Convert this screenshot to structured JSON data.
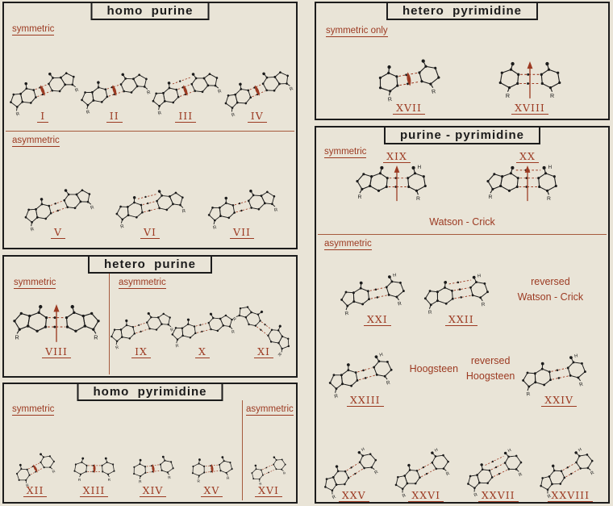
{
  "colors": {
    "accent": "#9c3a22",
    "ink": "#1b1b1b",
    "paper": "#e9e4d7",
    "divider": "#a65a3d",
    "panel_border": "#1c1c1c"
  },
  "molecule_labels": {
    "sugar": "R",
    "hydrogen": "H"
  },
  "panels": {
    "homo_purine": {
      "title": "homo  purine",
      "sym_label": "symmetric",
      "asym_label": "asymmetric"
    },
    "hetero_purine": {
      "title": "hetero  purine",
      "sym_label": "symmetric",
      "asym_label": "asymmetric"
    },
    "homo_pyrimidine": {
      "title": "homo  pyrimidine",
      "sym_label": "symmetric",
      "asym_label": "asymmetric"
    },
    "hetero_pyrimidine": {
      "title": "hetero  pyrimidine",
      "only_label": "symmetric only"
    },
    "purine_pyrimidine": {
      "title": "purine - pyrimidine",
      "sym_label": "symmetric",
      "asym_label": "asymmetric",
      "watson_crick": "Watson - Crick",
      "reversed_watson_crick": "reversed\nWatson - Crick",
      "hoogsteen": "Hoogsteen",
      "reversed_hoogsteen": "reversed\nHoogsteen"
    }
  },
  "items": {
    "p1_sym": [
      {
        "numeral": "I",
        "type": "PP",
        "axis": "lens",
        "bonds": 2,
        "tilt": -22
      },
      {
        "numeral": "II",
        "type": "PP",
        "axis": "lens",
        "bonds": 2,
        "tilt": -18
      },
      {
        "numeral": "III",
        "type": "PP",
        "axis": "lens",
        "bonds": 3,
        "tilt": -20
      },
      {
        "numeral": "IV",
        "type": "PP",
        "axis": "lens",
        "bonds": 2,
        "tilt": -24
      }
    ],
    "p1_asym": [
      {
        "numeral": "V",
        "type": "PP",
        "axis": null,
        "bonds": 2,
        "tilt": -20
      },
      {
        "numeral": "VI",
        "type": "PP",
        "axis": null,
        "bonds": 3,
        "tilt": -14
      },
      {
        "numeral": "VII",
        "type": "PP",
        "axis": null,
        "bonds": 2,
        "tilt": -16
      }
    ],
    "p2_sym": [
      {
        "numeral": "VIII",
        "type": "PP",
        "axis": "arrow",
        "bonds": 2,
        "tilt": 0
      }
    ],
    "p2_asym": [
      {
        "numeral": "IX",
        "type": "PP",
        "axis": null,
        "bonds": 2,
        "tilt": -18
      },
      {
        "numeral": "X",
        "type": "PP",
        "axis": null,
        "bonds": 2,
        "tilt": -14
      },
      {
        "numeral": "XI",
        "type": "PP",
        "axis": null,
        "bonds": 2,
        "tilt": 38
      }
    ],
    "p3_sym": [
      {
        "numeral": "XII",
        "type": "YY",
        "axis": "lens",
        "bonds": 2,
        "tilt": -28
      },
      {
        "numeral": "XIII",
        "type": "YY",
        "axis": "lens",
        "bonds": 2,
        "tilt": 0
      },
      {
        "numeral": "XIV",
        "type": "YY",
        "axis": "lens",
        "bonds": 2,
        "tilt": -8
      },
      {
        "numeral": "XV",
        "type": "YY",
        "axis": "lens",
        "bonds": 2,
        "tilt": -6
      }
    ],
    "p3_asym": [
      {
        "numeral": "XVI",
        "type": "YY",
        "axis": null,
        "bonds": 2,
        "tilt": -24
      }
    ],
    "p4": [
      {
        "numeral": "XVII",
        "type": "YY",
        "axis": "lens",
        "bonds": 2,
        "tilt": -10
      },
      {
        "numeral": "XVIII",
        "type": "YY",
        "axis": "arrow",
        "bonds": 2,
        "tilt": 0
      }
    ],
    "p5_sym": [
      {
        "numeral": "XIX",
        "type": "PY",
        "axis": "arrow",
        "bonds": 2,
        "tilt": 0,
        "numeral_pos": "top"
      },
      {
        "numeral": "XX",
        "type": "PY",
        "axis": "arrow",
        "bonds": 3,
        "tilt": 0,
        "numeral_pos": "top"
      }
    ],
    "p5_row1": [
      {
        "numeral": "XXI",
        "type": "PY",
        "axis": null,
        "bonds": 2,
        "tilt": -12
      },
      {
        "numeral": "XXII",
        "type": "PY",
        "axis": null,
        "bonds": 3,
        "tilt": -10
      }
    ],
    "p5_row2a": [
      {
        "numeral": "XXIII",
        "type": "PY",
        "axis": null,
        "bonds": 2,
        "tilt": -16
      }
    ],
    "p5_row2b": [
      {
        "numeral": "XXIV",
        "type": "PY",
        "axis": null,
        "bonds": 2,
        "tilt": -12
      }
    ],
    "p5_row3": [
      {
        "numeral": "XXV",
        "type": "PY",
        "axis": null,
        "bonds": 2,
        "tilt": -32
      },
      {
        "numeral": "XXVI",
        "type": "PY",
        "axis": null,
        "bonds": 2,
        "tilt": -28
      },
      {
        "numeral": "XXVII",
        "type": "PY",
        "axis": null,
        "bonds": 3,
        "tilt": -26
      },
      {
        "numeral": "XXVIII",
        "type": "PY",
        "axis": null,
        "bonds": 2,
        "tilt": -30
      }
    ]
  }
}
